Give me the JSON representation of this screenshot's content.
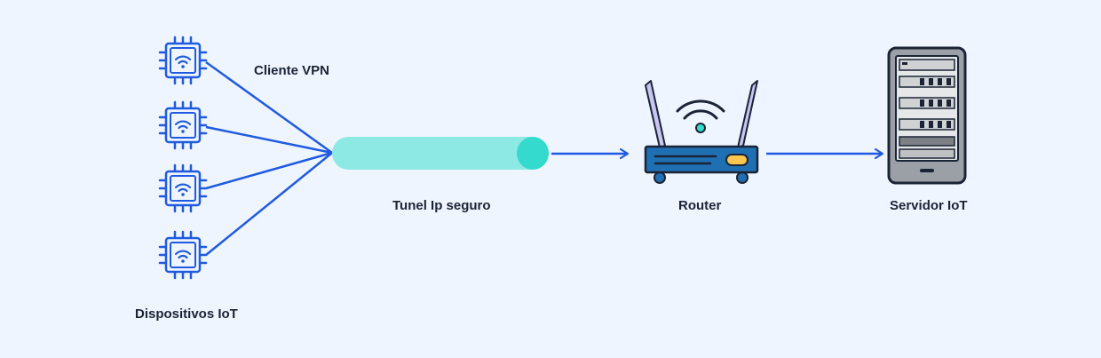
{
  "labels": {
    "client": "Cliente VPN",
    "tunnel": "Tunel Ip seguro",
    "router": "Router",
    "server": "Servidor IoT",
    "devices": "Dispositivos IoT"
  },
  "nodes": {
    "devices": [
      {
        "icon": "iot-chip-wifi-icon"
      },
      {
        "icon": "iot-chip-wifi-icon"
      },
      {
        "icon": "iot-chip-wifi-icon"
      },
      {
        "icon": "iot-chip-wifi-icon"
      }
    ],
    "tunnel": {
      "icon": "tunnel-cylinder-icon"
    },
    "router": {
      "icon": "wifi-router-icon"
    },
    "server": {
      "icon": "server-rack-icon"
    }
  },
  "colors": {
    "background": "#eff5ff",
    "accent": "#1f5be0",
    "tunnel_body": "#8de9e4",
    "tunnel_cap": "#35dacf",
    "router_body": "#1f6fb3",
    "router_light": "#f9c74f",
    "text": "#1b2436"
  }
}
